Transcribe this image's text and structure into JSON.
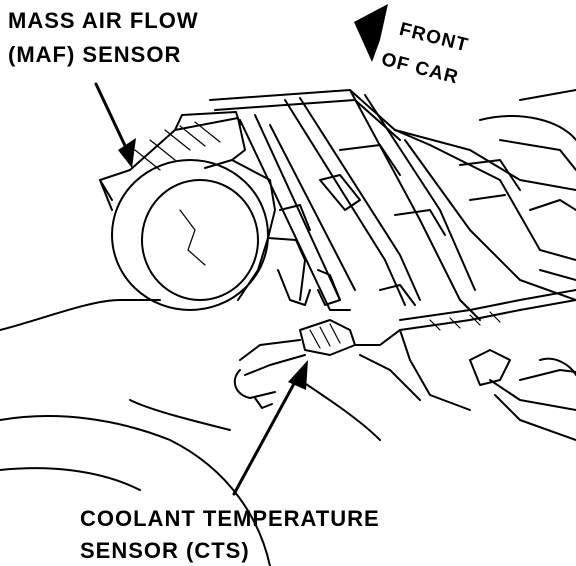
{
  "labels": {
    "maf_line1": "MASS AIR FLOW",
    "maf_line2": "(MAF) SENSOR",
    "front_line1": "FRONT",
    "front_line2": "OF CAR",
    "cts_line1": "COOLANT TEMPERATURE",
    "cts_line2": "SENSOR (CTS)"
  }
}
